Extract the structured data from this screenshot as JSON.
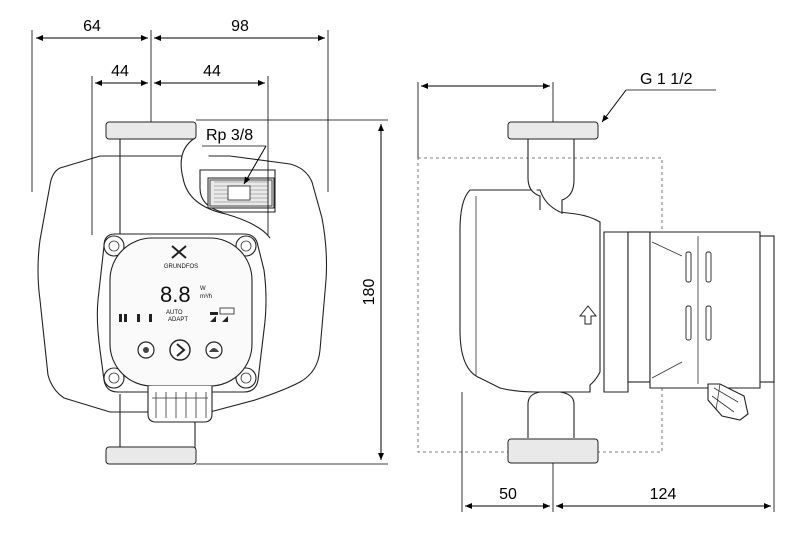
{
  "dimensions": {
    "left_width_total": "64",
    "right_width_total": "98",
    "left_half_inner": "44",
    "right_half_inner": "44",
    "height": "180",
    "depth_front": "50",
    "depth_back": "124"
  },
  "callouts": {
    "port_thread": "Rp 3/8",
    "pipe_thread": "G 1 1/2"
  },
  "panel": {
    "brand": "GRUNDFOS",
    "display_value": "8.8",
    "unit_w": "W",
    "unit_m3h": "m³/h",
    "mode_line1": "AUTO",
    "mode_line2": "ADAPT"
  }
}
